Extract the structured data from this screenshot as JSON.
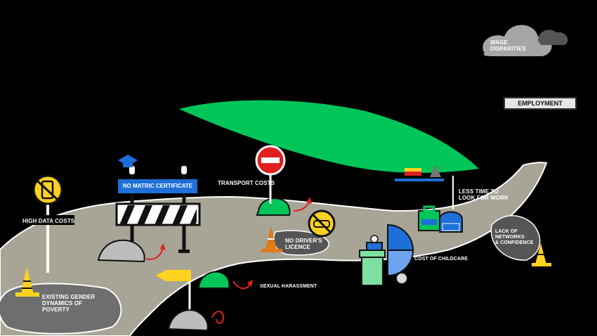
{
  "labels": {
    "employment": "EMPLOYMENT",
    "wage_disparities_1": "WAGE",
    "wage_disparities_2": "DISPARITIES",
    "no_matric": "NO MATRIC CERTIFICATE",
    "transport_costs": "TRANSPORT COSTS",
    "less_time_1": "LESS TIME TO",
    "less_time_2": "LOOK FOR WORK",
    "high_data_costs": "HIGH DATA COSTS",
    "no_licence_1": "NO DRIVER'S",
    "no_licence_2": "LICENCE",
    "lack_1": "LACK OF",
    "lack_2": "NETWORKS",
    "lack_3": "& CONFIDENCE",
    "cost_childcare": "COST OF CHILDCARE",
    "sexual_harassment": "SEXUAL HARASSMENT",
    "gender_1": "EXISTING GENDER",
    "gender_2": "DYNAMICS OF",
    "gender_3": "POVERTY"
  },
  "colors": {
    "background": "#000000",
    "road": "#a8a596",
    "road_edge": "#ffffff",
    "green": "#00c65a",
    "blue": "#1f6fd8",
    "yellow": "#ffd21f",
    "red": "#e02020",
    "orange": "#e07a1a",
    "rock": "#bdbdbd",
    "cloud": "#a6a6a6",
    "pothole": "#6e6e6e"
  },
  "icons": [
    "no-phone-icon",
    "graduation-cap-icon",
    "barrier-icon",
    "no-entry-icon",
    "no-car-icon",
    "traffic-cone-icon",
    "baby-bottle-icon",
    "pram-icon",
    "briefcase-icon",
    "bag-icon",
    "cloud-icon",
    "arrow-sign-icon",
    "bush-icon",
    "rock-icon"
  ]
}
